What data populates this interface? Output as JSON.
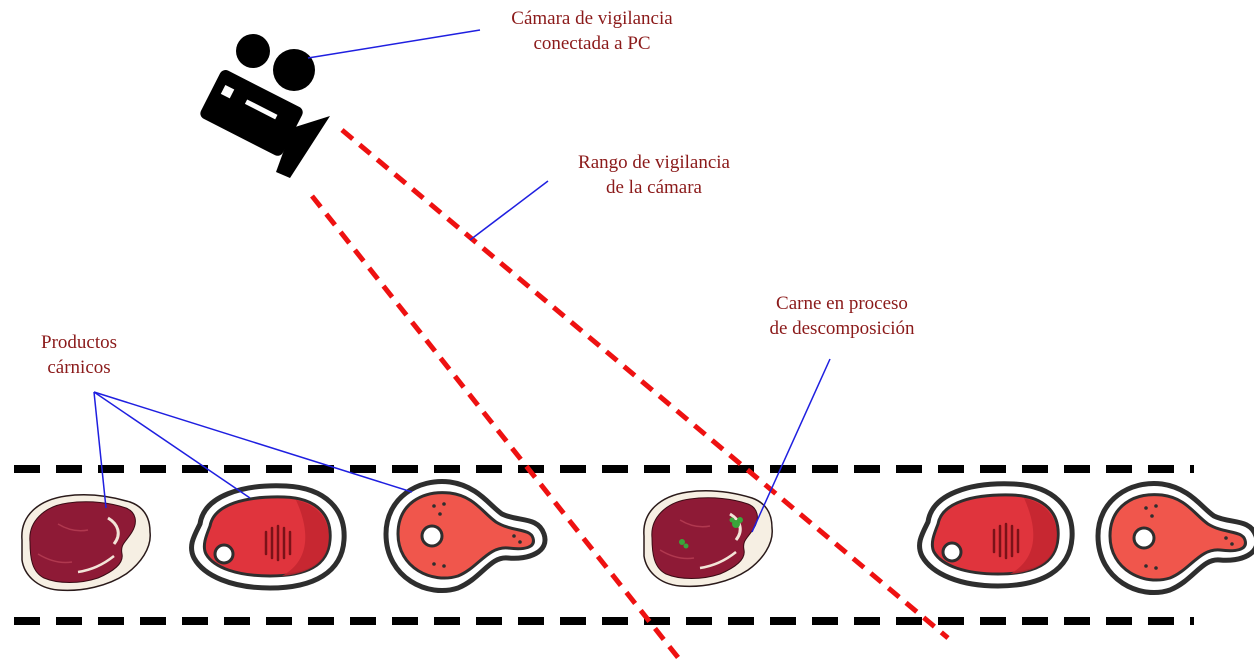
{
  "colors": {
    "label_text": "#8b1a1a",
    "leader_line": "#1f1fe0",
    "range_line": "#ee1111",
    "conveyor_border": "#000000",
    "camera": "#000000",
    "meat_light": "#f05a4f",
    "meat_dark": "#d9323a",
    "meat_outline": "#333333",
    "steak_raw": "#8e1a36",
    "mold_spot": "#3aa53a"
  },
  "icons": {
    "camera": "video-camera-icon",
    "product_a": "raw-steak-icon",
    "product_b": "ham-steak-icon",
    "product_c": "pork-chop-icon",
    "product_d": "spoiled-steak-icon"
  },
  "labels": {
    "camera": [
      "Cámara de vigilancia",
      "conectada a PC"
    ],
    "range": [
      "Rango de vigilancia",
      "de la cámara"
    ],
    "decomposition": [
      "Carne en proceso",
      "de descomposición"
    ],
    "products": [
      "Productos",
      "cárnicos"
    ]
  }
}
